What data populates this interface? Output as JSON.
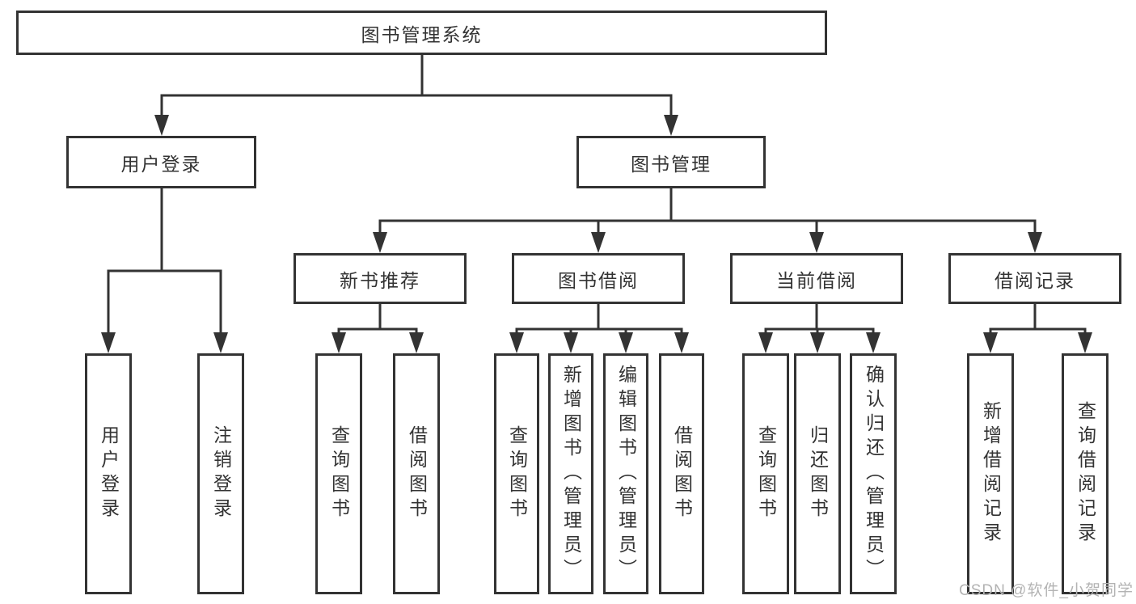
{
  "colors": {
    "line": "#333333",
    "box_border": "#333333",
    "text": "#333333",
    "background": "#ffffff",
    "watermark_text": "#b3b3b3"
  },
  "root": {
    "label": "图书管理系统"
  },
  "level2": [
    {
      "label": "用户登录"
    },
    {
      "label": "图书管理"
    }
  ],
  "level3": [
    {
      "label": "新书推荐"
    },
    {
      "label": "图书借阅"
    },
    {
      "label": "当前借阅"
    },
    {
      "label": "借阅记录"
    }
  ],
  "level4": {
    "user_login": [
      {
        "label": "用户登录"
      },
      {
        "label": "注销登录"
      }
    ],
    "new_book_recommend": [
      {
        "label": "查询图书"
      },
      {
        "label": "借阅图书"
      }
    ],
    "book_borrow": [
      {
        "label": "查询图书"
      },
      {
        "label": "新增图书（管理员）"
      },
      {
        "label": "编辑图书（管理员）"
      },
      {
        "label": "借阅图书"
      }
    ],
    "current_borrow": [
      {
        "label": "查询图书"
      },
      {
        "label": "归还图书"
      },
      {
        "label": "确认归还（管理员）"
      }
    ],
    "borrow_records": [
      {
        "label": "新增借阅记录"
      },
      {
        "label": "查询借阅记录"
      }
    ]
  },
  "watermark": {
    "label": "CSDN @软件_小贺同学"
  }
}
